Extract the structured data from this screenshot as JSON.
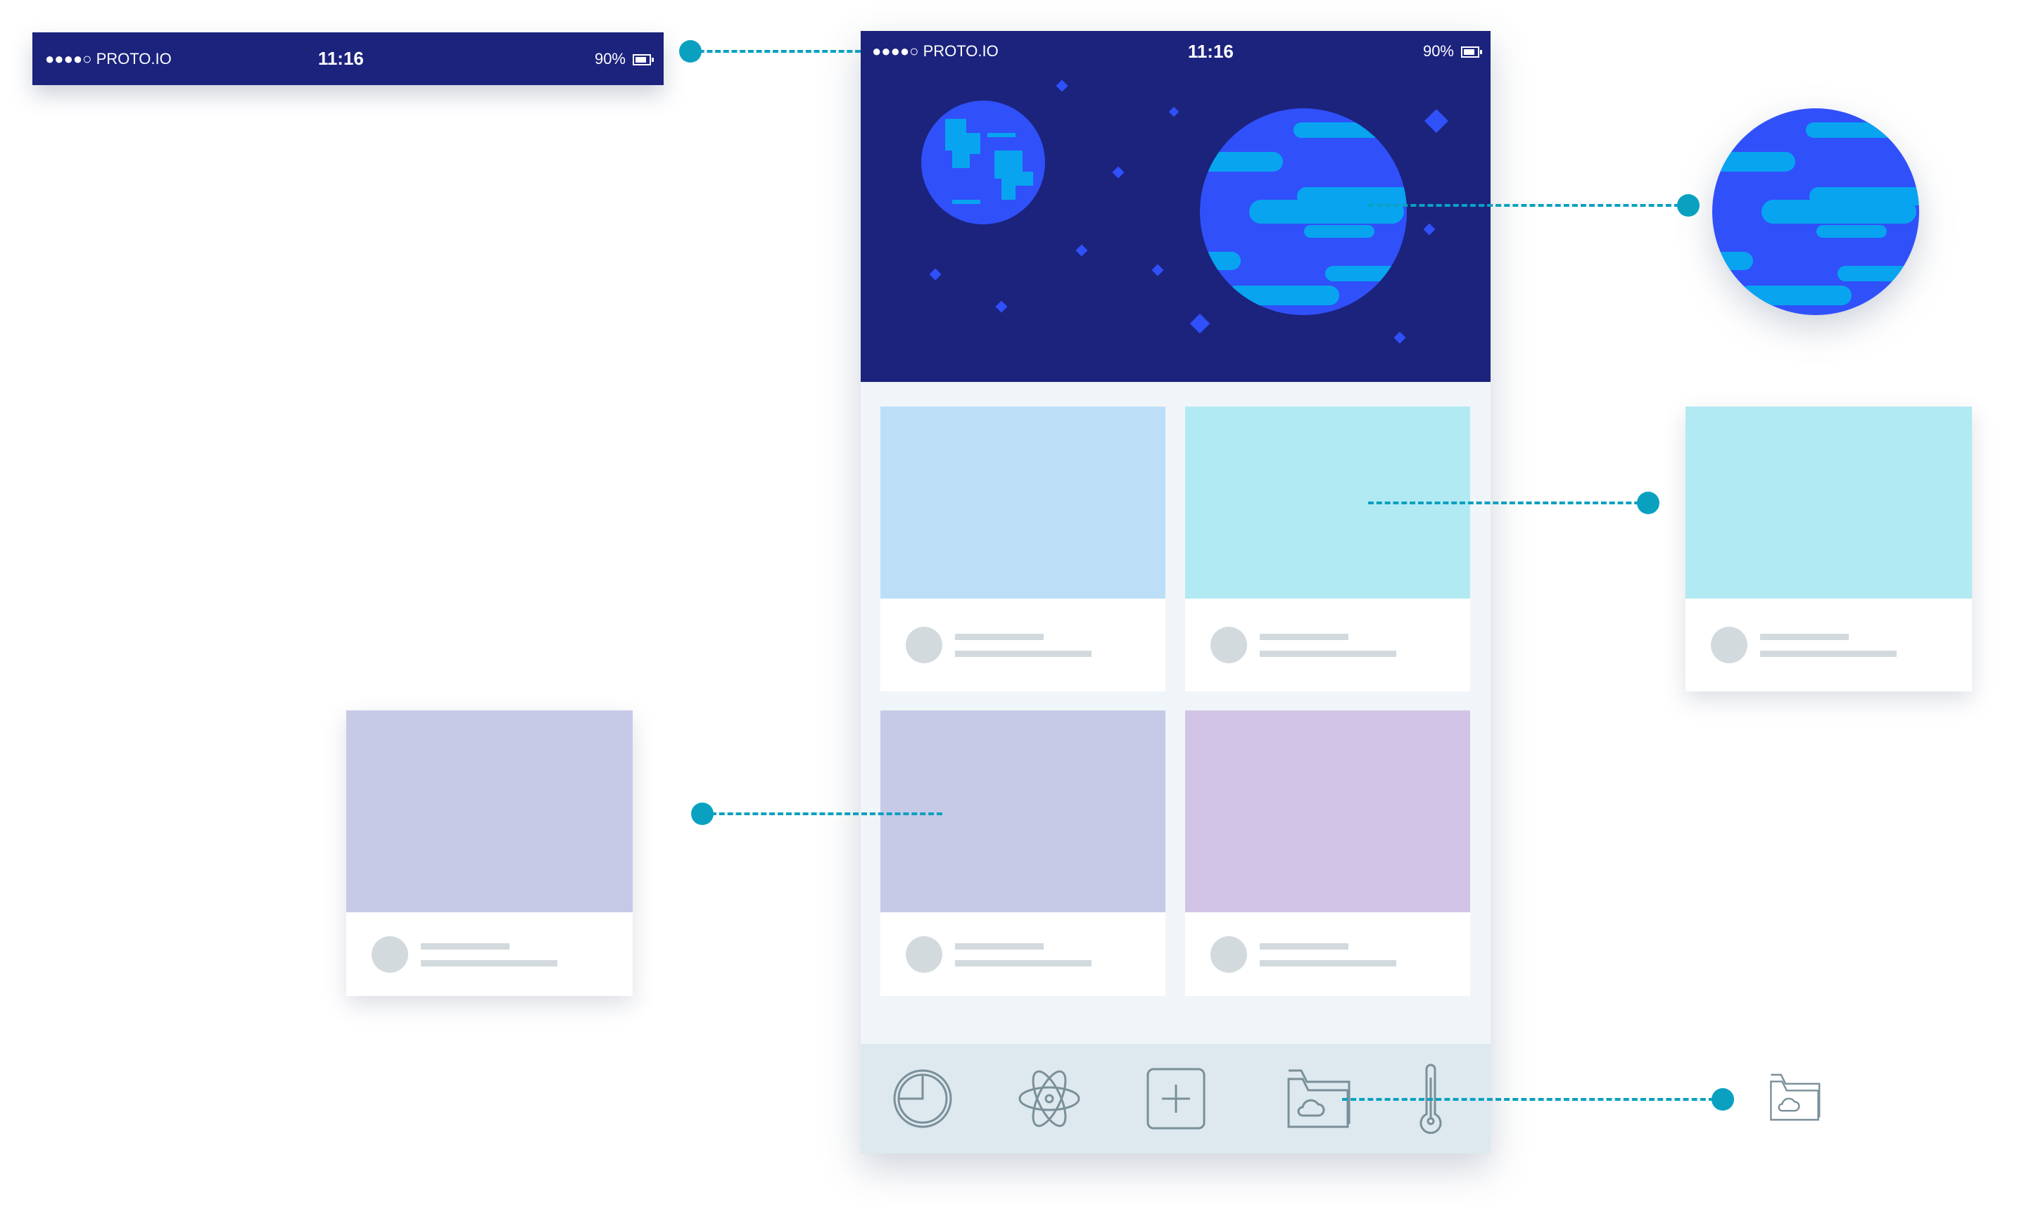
{
  "status_bar": {
    "signal": "●●●●○",
    "carrier": "PROTO.IO",
    "time": "11:16",
    "battery": "90%"
  },
  "colors": {
    "header": "#1b237d",
    "planet": "#3050fa",
    "planet_stripe": "#08a4f0",
    "connector": "#0aa1c1",
    "card_colors": [
      "#bcdff7",
      "#b1eaf2",
      "#c6cae7",
      "#d2c4e7"
    ]
  },
  "tab_bar": {
    "icons": [
      "clock-icon",
      "atom-icon",
      "add-icon",
      "cloud-folder-icon",
      "thermometer-icon"
    ]
  }
}
